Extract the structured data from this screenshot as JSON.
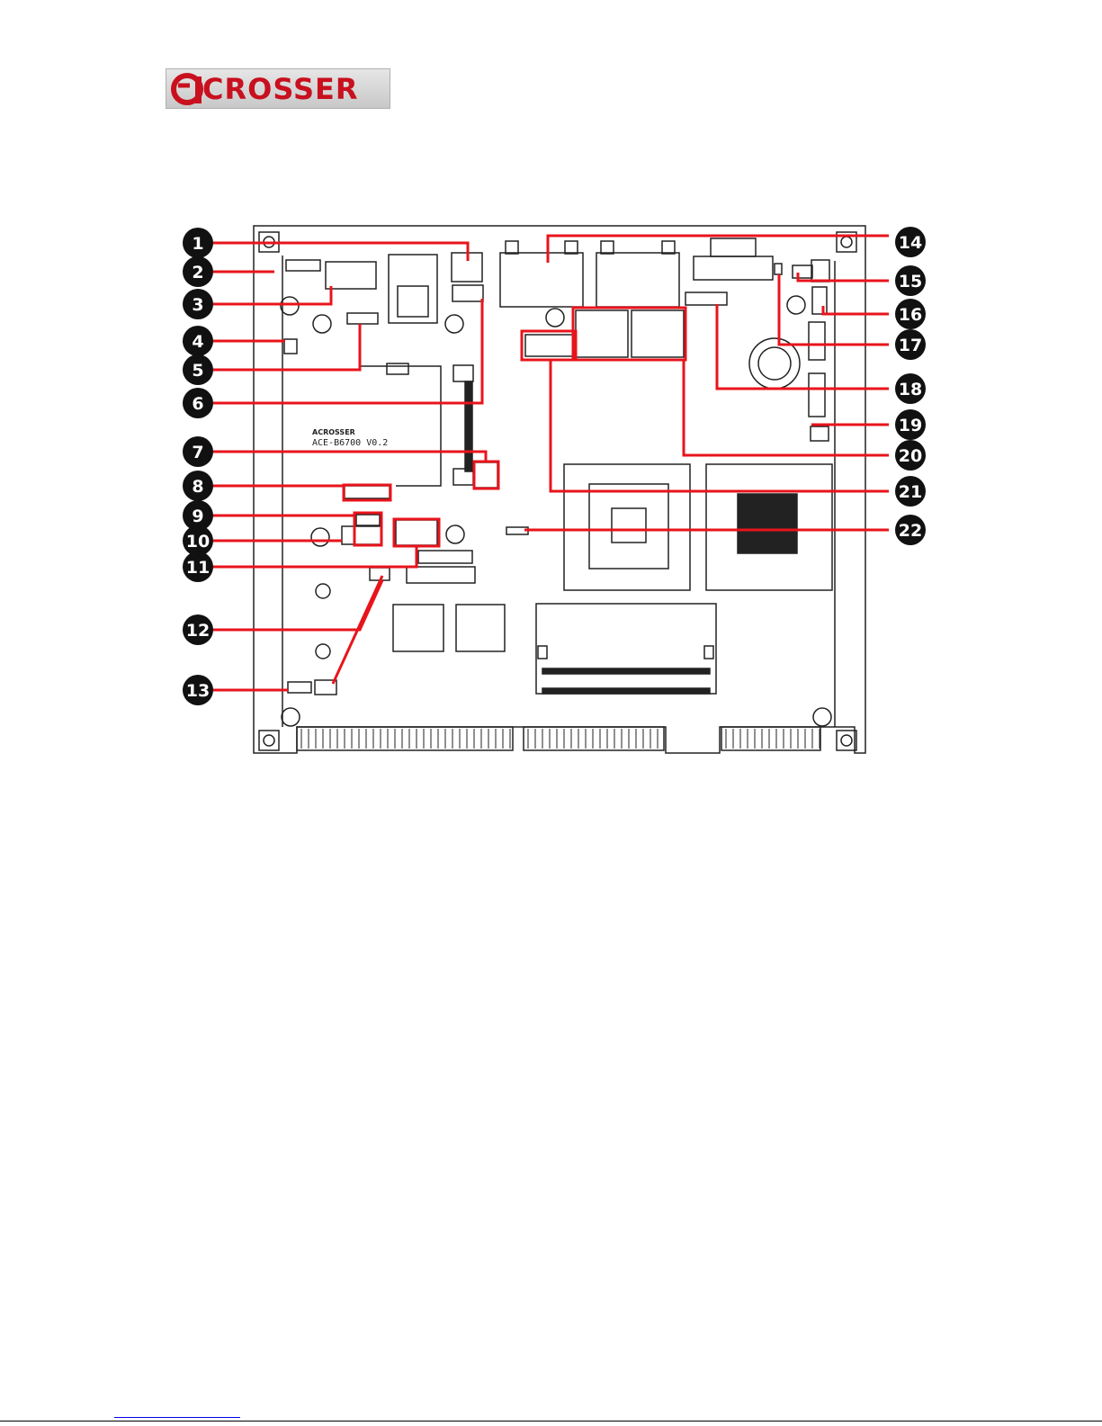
{
  "brand": {
    "logo_text": "CROSSER",
    "logo_mark": "a",
    "colors": {
      "red": "#c8101e",
      "gray": "#d8d8d8"
    }
  },
  "board": {
    "silkscreen_brand": "ACROSSER",
    "silkscreen_model": "ACE-B6700 V0.2"
  },
  "callouts": [
    "1",
    "2",
    "3",
    "4",
    "5",
    "6",
    "7",
    "8",
    "9",
    "10",
    "11",
    "12",
    "13",
    "14",
    "15",
    "16",
    "17",
    "18",
    "19",
    "20",
    "21",
    "22"
  ],
  "colors": {
    "highlight": "#e8141c",
    "board_line": "#222222",
    "bubble": "#111111"
  }
}
